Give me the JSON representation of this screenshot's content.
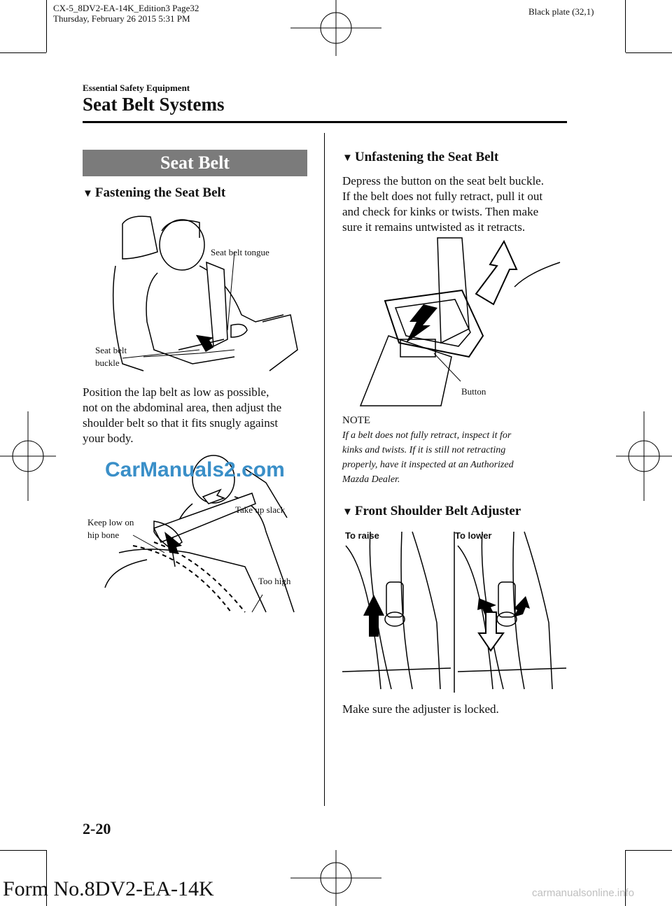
{
  "header": {
    "slug_line1": "CX-5_8DV2-EA-14K_Edition3 Page32",
    "slug_line2": "Thursday, February 26 2015 5:31 PM",
    "plate": "Black plate (32,1)",
    "section": "Essential Safety Equipment",
    "title": "Seat Belt Systems"
  },
  "left": {
    "banner": "Seat Belt",
    "sub1": "Fastening the Seat Belt",
    "fig1": {
      "tongue_label": "Seat belt tongue",
      "buckle_label_1": "Seat belt",
      "buckle_label_2": "buckle"
    },
    "para": [
      "Position the lap belt as low as possible,",
      "not on the abdominal area, then adjust the",
      "shoulder belt so that it fits snugly against",
      "your body."
    ],
    "fig2": {
      "take_up": "Take up slack",
      "keep_low_1": "Keep low on",
      "keep_low_2": "hip bone",
      "too_high": "Too high"
    }
  },
  "right": {
    "sub1": "Unfastening the Seat Belt",
    "para": [
      "Depress the button on the seat belt buckle.",
      "If the belt does not fully retract, pull it out",
      "and check for kinks or twists. Then make",
      "sure it remains untwisted as it retracts."
    ],
    "fig3": {
      "button_label": "Button"
    },
    "note_heading": "NOTE",
    "note_lines": [
      "If a belt does not fully retract, inspect it for",
      "kinks and twists. If it is still not retracting",
      "properly, have it inspected at an Authorized",
      "Mazda Dealer."
    ],
    "sub2": "Front Shoulder Belt Adjuster",
    "fig4": {
      "raise": "To raise",
      "lower": "To lower"
    },
    "closing": "Make sure the adjuster is locked."
  },
  "footer": {
    "page_number": "2-20",
    "form_number": "Form No.8DV2-EA-14K"
  },
  "watermarks": {
    "carmanuals": "CarManuals2.com",
    "site": "carmanualsonline.info"
  }
}
